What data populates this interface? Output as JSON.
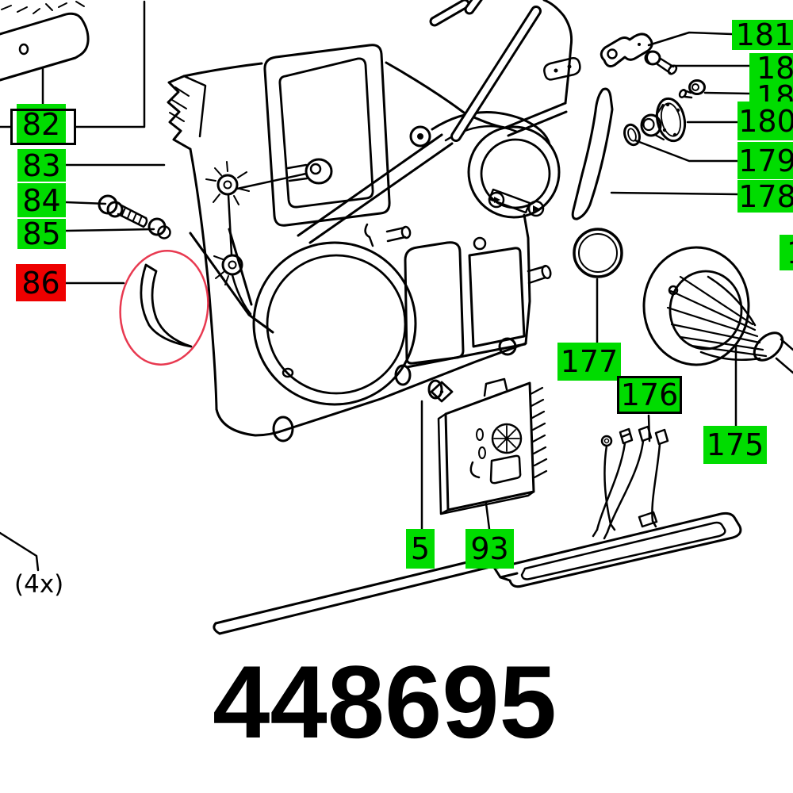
{
  "page": {
    "background": "#ffffff",
    "part_number": "448695"
  },
  "colors": {
    "label_green": "#00dc00",
    "label_red": "#ee0000",
    "line_black": "#000000",
    "highlight_red": "#e83950"
  },
  "labels": {
    "l82": "82",
    "l83": "83",
    "l84": "84",
    "l85": "85",
    "l86": "86",
    "l177": "177",
    "l176": "176",
    "l175": "175",
    "l5": "5",
    "l93": "93",
    "l181": "181",
    "l182_partial": "18",
    "l183_partial": "18",
    "l180": "180",
    "l179": "179",
    "l178": "178",
    "l_right_edge_partial": "1",
    "quantity_note": "(4x)"
  }
}
